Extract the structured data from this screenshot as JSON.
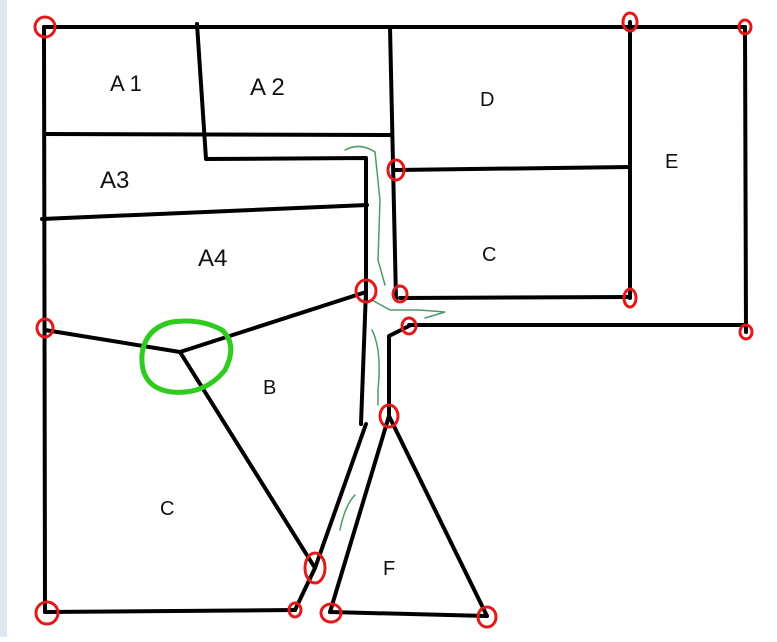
{
  "diagram": {
    "colors": {
      "line": "#000000",
      "vertex_marker": "#e21a1a",
      "highlight": "#2ecc1e",
      "sketch": "#4f9a6a",
      "background": "#ffffff"
    },
    "region_labels": {
      "a1": "A 1",
      "a2": "A 2",
      "a3": "A3",
      "a4": "A4",
      "b": "B",
      "c_left": "C",
      "c_right": "C",
      "d": "D",
      "e": "E",
      "f": "F"
    }
  }
}
